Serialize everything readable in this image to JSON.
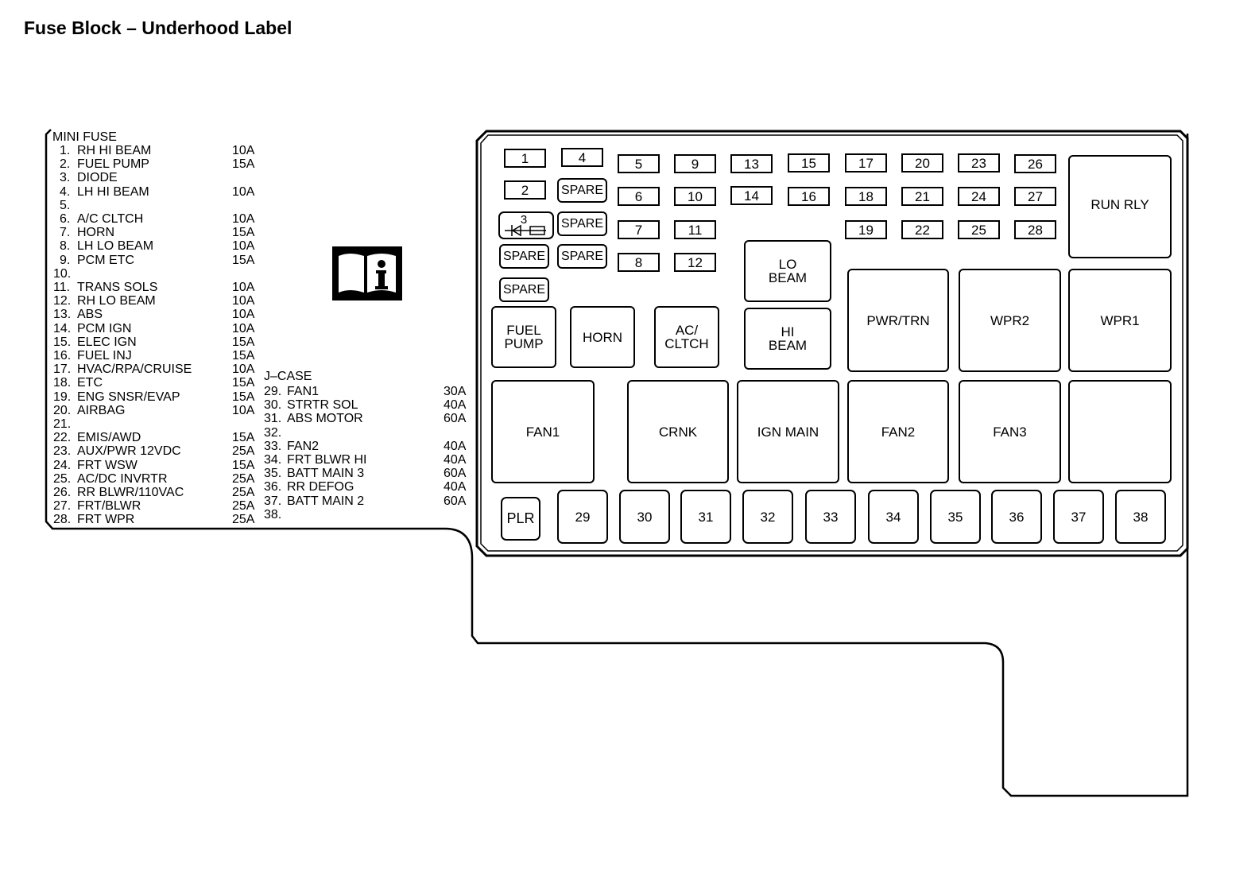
{
  "title": "Fuse Block – Underhood Label",
  "legend": {
    "mini_fuse_header": "MINI FUSE",
    "mini_fuses": [
      {
        "num": "1.",
        "name": "RH HI BEAM",
        "amp": "10A"
      },
      {
        "num": "2.",
        "name": "FUEL PUMP",
        "amp": "15A"
      },
      {
        "num": "3.",
        "name": "DIODE",
        "amp": ""
      },
      {
        "num": "4.",
        "name": "LH HI BEAM",
        "amp": "10A"
      },
      {
        "num": "5.",
        "name": "",
        "amp": ""
      },
      {
        "num": "6.",
        "name": "A/C CLTCH",
        "amp": "10A"
      },
      {
        "num": "7.",
        "name": "HORN",
        "amp": "15A"
      },
      {
        "num": "8.",
        "name": "LH LO BEAM",
        "amp": "10A"
      },
      {
        "num": "9.",
        "name": "PCM ETC",
        "amp": "15A"
      },
      {
        "num": "10.",
        "name": "",
        "amp": ""
      },
      {
        "num": "11.",
        "name": "TRANS SOLS",
        "amp": "10A"
      },
      {
        "num": "12.",
        "name": "RH LO BEAM",
        "amp": "10A"
      },
      {
        "num": "13.",
        "name": "ABS",
        "amp": "10A"
      },
      {
        "num": "14.",
        "name": "PCM IGN",
        "amp": "10A"
      },
      {
        "num": "15.",
        "name": "ELEC IGN",
        "amp": "15A"
      },
      {
        "num": "16.",
        "name": "FUEL INJ",
        "amp": "15A"
      },
      {
        "num": "17.",
        "name": "HVAC/RPA/CRUISE",
        "amp": "10A"
      },
      {
        "num": "18.",
        "name": "ETC",
        "amp": "15A"
      },
      {
        "num": "19.",
        "name": "ENG SNSR/EVAP",
        "amp": "15A"
      },
      {
        "num": "20.",
        "name": "AIRBAG",
        "amp": "10A"
      },
      {
        "num": "21.",
        "name": "",
        "amp": ""
      },
      {
        "num": "22.",
        "name": "EMIS/AWD",
        "amp": "15A"
      },
      {
        "num": "23.",
        "name": "AUX/PWR 12VDC",
        "amp": "25A"
      },
      {
        "num": "24.",
        "name": "FRT WSW",
        "amp": "15A"
      },
      {
        "num": "25.",
        "name": "AC/DC INVRTR",
        "amp": "25A"
      },
      {
        "num": "26.",
        "name": "RR BLWR/110VAC",
        "amp": "25A"
      },
      {
        "num": "27.",
        "name": "FRT/BLWR",
        "amp": "25A"
      },
      {
        "num": "28.",
        "name": "FRT WPR",
        "amp": "25A"
      }
    ],
    "jcase_header": "J–CASE",
    "jcase_fuses": [
      {
        "num": "29.",
        "name": "FAN1",
        "amp": "30A"
      },
      {
        "num": "30.",
        "name": "STRTR SOL",
        "amp": "40A"
      },
      {
        "num": "31.",
        "name": "ABS MOTOR",
        "amp": "60A"
      },
      {
        "num": "32.",
        "name": "",
        "amp": ""
      },
      {
        "num": "33.",
        "name": "FAN2",
        "amp": "40A"
      },
      {
        "num": "34.",
        "name": "FRT BLWR HI",
        "amp": "40A"
      },
      {
        "num": "35.",
        "name": "BATT MAIN 3",
        "amp": "60A"
      },
      {
        "num": "36.",
        "name": "RR DEFOG",
        "amp": "40A"
      },
      {
        "num": "37.",
        "name": "BATT MAIN 2",
        "amp": "60A"
      },
      {
        "num": "38.",
        "name": "",
        "amp": ""
      }
    ]
  },
  "info_icon": "owner-manual-info-icon",
  "block": {
    "mini_slots": [
      "1",
      "2",
      "4",
      "5",
      "6",
      "7",
      "8",
      "9",
      "10",
      "11",
      "12",
      "13",
      "14",
      "15",
      "16",
      "17",
      "18",
      "19",
      "20",
      "21",
      "22",
      "23",
      "24",
      "25",
      "26",
      "27",
      "28"
    ],
    "diode_label": "3",
    "spare_label": "SPARE",
    "relays": {
      "fuel_pump": "FUEL\nPUMP",
      "horn": "HORN",
      "ac_cltch": "AC/\nCLTCH",
      "lo_beam": "LO\nBEAM",
      "hi_beam": "HI\nBEAM",
      "pwr_trn": "PWR/TRN",
      "wpr2": "WPR2",
      "wpr1": "WPR1",
      "run_rly": "RUN RLY",
      "fan1": "FAN1",
      "crnk": "CRNK",
      "ign_main": "IGN MAIN",
      "fan2": "FAN2",
      "fan3": "FAN3",
      "blank": ""
    },
    "plr": "PLR",
    "jcase_slots": [
      "29",
      "30",
      "31",
      "32",
      "33",
      "34",
      "35",
      "36",
      "37",
      "38"
    ]
  }
}
